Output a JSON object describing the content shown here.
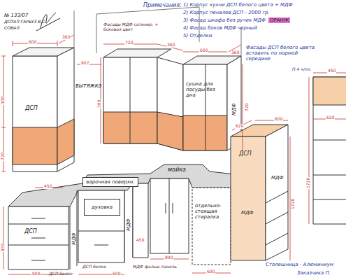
{
  "diagram": {
    "nodes": [
      {
        "text": [
          "варочная поверхн."
        ]
      },
      {
        "text": [
          "духовка"
        ]
      }
    ],
    "labels": [
      "№ 133/07",
      "ДОТАЛ ГАРБУЗ В.С.",
      "СОВАЛ",
      "Примечания:",
      "1) Корпус кухни ДСП белого цвета + МДФ",
      "2) Корпус пеналов ДСП - 2000 гр.",
      "3) Фасад шкафа без ручек МДФ",
      "ОРАНЖ",
      "4) Фасад боков МДФ черный",
      "5) Отделки",
      "Фасады МДФ сатинир. + боковая цвет",
      "Фасады ДСП белого цвета вставить по нормой середине",
      "ДСП",
      "вытяжка",
      "сушка для посуды без дна",
      "МДФ",
      "ДСП",
      "МДФ",
      "ДСП",
      "МДФ",
      "МДФ",
      "отдельно-стоящая стиралка",
      "МДФ",
      "ДСП белое",
      "ДСП белое",
      "МДФ фальш панель",
      "Столешница - Алюминиум",
      "Заказчика П.",
      "П.4 ч/пл.",
      "600",
      "360",
      "300",
      "720",
      "907",
      "360",
      "720",
      "600",
      "360",
      "300",
      "720",
      "620",
      "600",
      "1720",
      "850",
      "450",
      "900",
      "600",
      "450",
      "800",
      "600",
      "620",
      "1720",
      "450",
      "мойка"
    ]
  }
}
